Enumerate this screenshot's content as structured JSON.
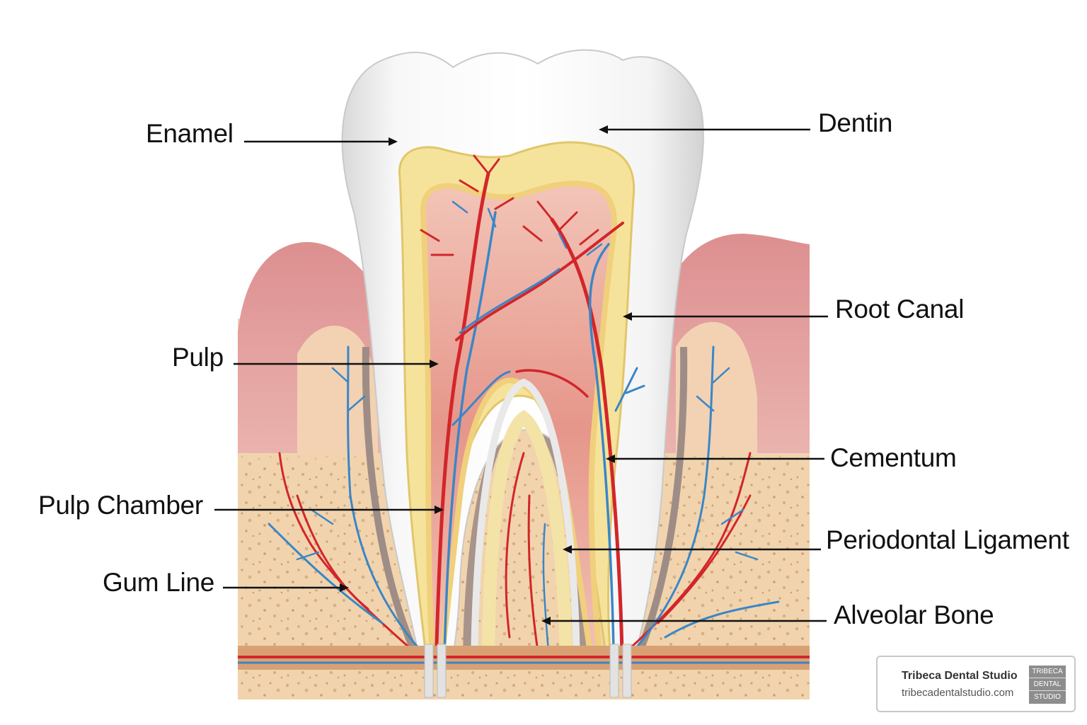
{
  "labels": {
    "enamel": "Enamel",
    "dentin": "Dentin",
    "root_canal": "Root Canal",
    "pulp": "Pulp",
    "cementum": "Cementum",
    "pulp_chamber": "Pulp Chamber",
    "periodontal_ligament": "Periodontal Ligament",
    "gum_line": "Gum Line",
    "alveolar_bone": "Alveolar Bone"
  },
  "watermark": {
    "name": "Tribeca Dental Studio",
    "url": "tribecadentalstudio.com",
    "logo_lines": [
      "TRIBECA",
      "DENTAL",
      "STUDIO"
    ]
  },
  "colors": {
    "enamel": "#eeeeee",
    "dentin": "#f7e7a4",
    "pulp": "#e8a79a",
    "gum": "#e7a3a1",
    "bone": "#f1d4ae",
    "artery": "#d2262a",
    "vein": "#3a86c8"
  }
}
